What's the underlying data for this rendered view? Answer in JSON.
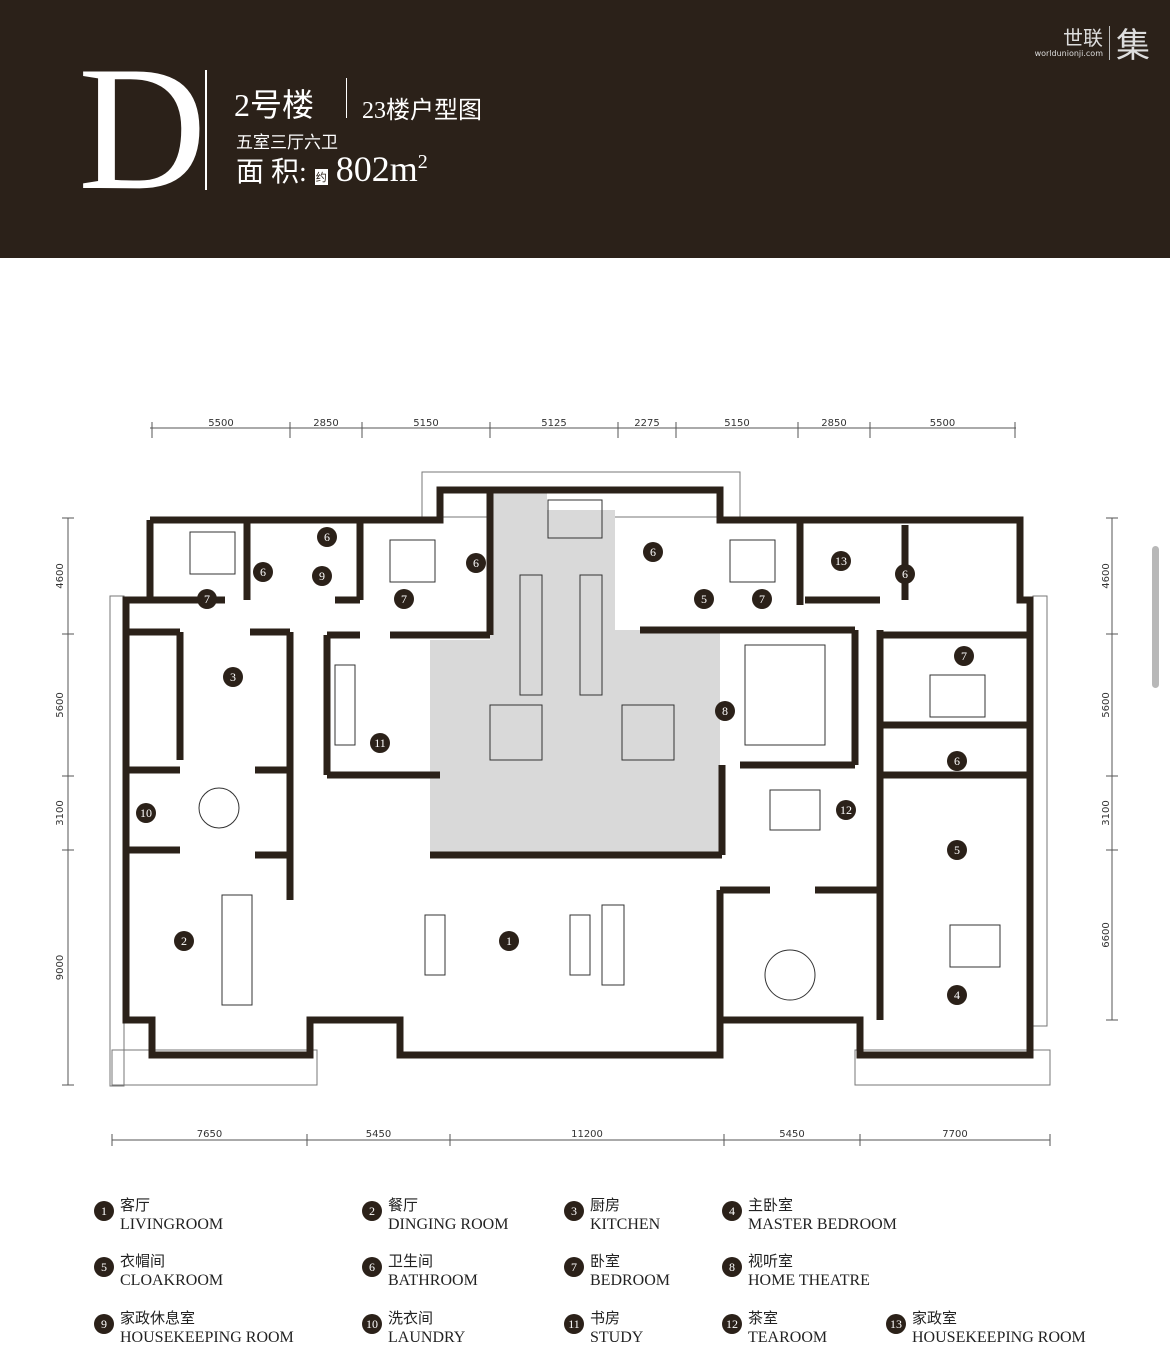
{
  "header": {
    "letter": "D",
    "building": "2号楼",
    "floor_plan": "23楼户型图",
    "layout": "五室三厅六卫",
    "area_label": "面 积:",
    "approx": "约",
    "area_value": "802m",
    "area_unit_sup": "2",
    "logo": {
      "brand": "世联",
      "url": "worldunionji.com",
      "mark": "集"
    }
  },
  "dimensions": {
    "top": [
      "5500",
      "2850",
      "5150",
      "5125",
      "2275",
      "5150",
      "2850",
      "5500"
    ],
    "bottom": [
      "7650",
      "5450",
      "11200",
      "5450",
      "7700"
    ],
    "left": [
      "4600",
      "5600",
      "3100",
      "9000"
    ],
    "right": [
      "4600",
      "5600",
      "3100",
      "6600"
    ]
  },
  "room_markers": [
    "1",
    "2",
    "3",
    "4",
    "5",
    "5",
    "6",
    "6",
    "6",
    "6",
    "6",
    "6",
    "7",
    "7",
    "7",
    "7",
    "7",
    "8",
    "9",
    "10",
    "11",
    "12",
    "13"
  ],
  "legend": [
    {
      "num": "1",
      "cn": "客厅",
      "en": "LIVINGROOM"
    },
    {
      "num": "2",
      "cn": "餐厅",
      "en": "DINGING ROOM"
    },
    {
      "num": "3",
      "cn": "厨房",
      "en": "KITCHEN"
    },
    {
      "num": "4",
      "cn": "主卧室",
      "en": "MASTER BEDROOM"
    },
    {
      "num": "5",
      "cn": "衣帽间",
      "en": "CLOAKROOM"
    },
    {
      "num": "6",
      "cn": "卫生间",
      "en": "BATHROOM"
    },
    {
      "num": "7",
      "cn": "卧室",
      "en": "BEDROOM"
    },
    {
      "num": "8",
      "cn": "视听室",
      "en": "HOME THEATRE"
    },
    {
      "num": "9",
      "cn": "家政休息室",
      "en": "HOUSEKEEPING ROOM"
    },
    {
      "num": "10",
      "cn": "洗衣间",
      "en": "LAUNDRY"
    },
    {
      "num": "11",
      "cn": "书房",
      "en": "STUDY"
    },
    {
      "num": "12",
      "cn": "茶室",
      "en": "TEAROOM"
    },
    {
      "num": "13",
      "cn": "家政室",
      "en": "HOUSEKEEPING ROOM"
    }
  ],
  "colors": {
    "header_bg": "#2b2119",
    "wall": "#2b2119",
    "core": "#d9d9d9"
  }
}
